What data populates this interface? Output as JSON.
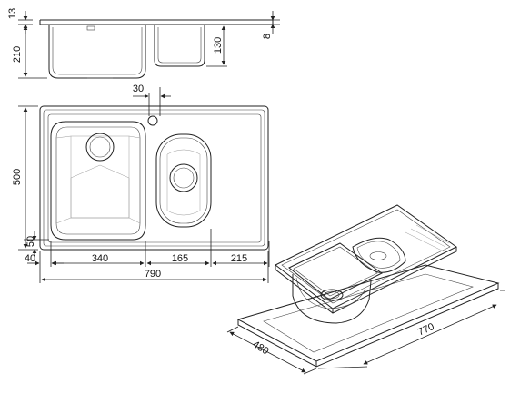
{
  "dimensions": {
    "side_thickness": "13",
    "side_depth_large": "210",
    "side_depth_small": "130",
    "side_lip": "8",
    "tap_offset": "30",
    "overall_depth": "500",
    "front_offset": "50",
    "left_edge": "40",
    "bowl_large_width": "340",
    "bowl_small_width": "165",
    "drainer_width": "215",
    "overall_width": "790",
    "cutout_depth": "480",
    "cutout_width": "770"
  }
}
